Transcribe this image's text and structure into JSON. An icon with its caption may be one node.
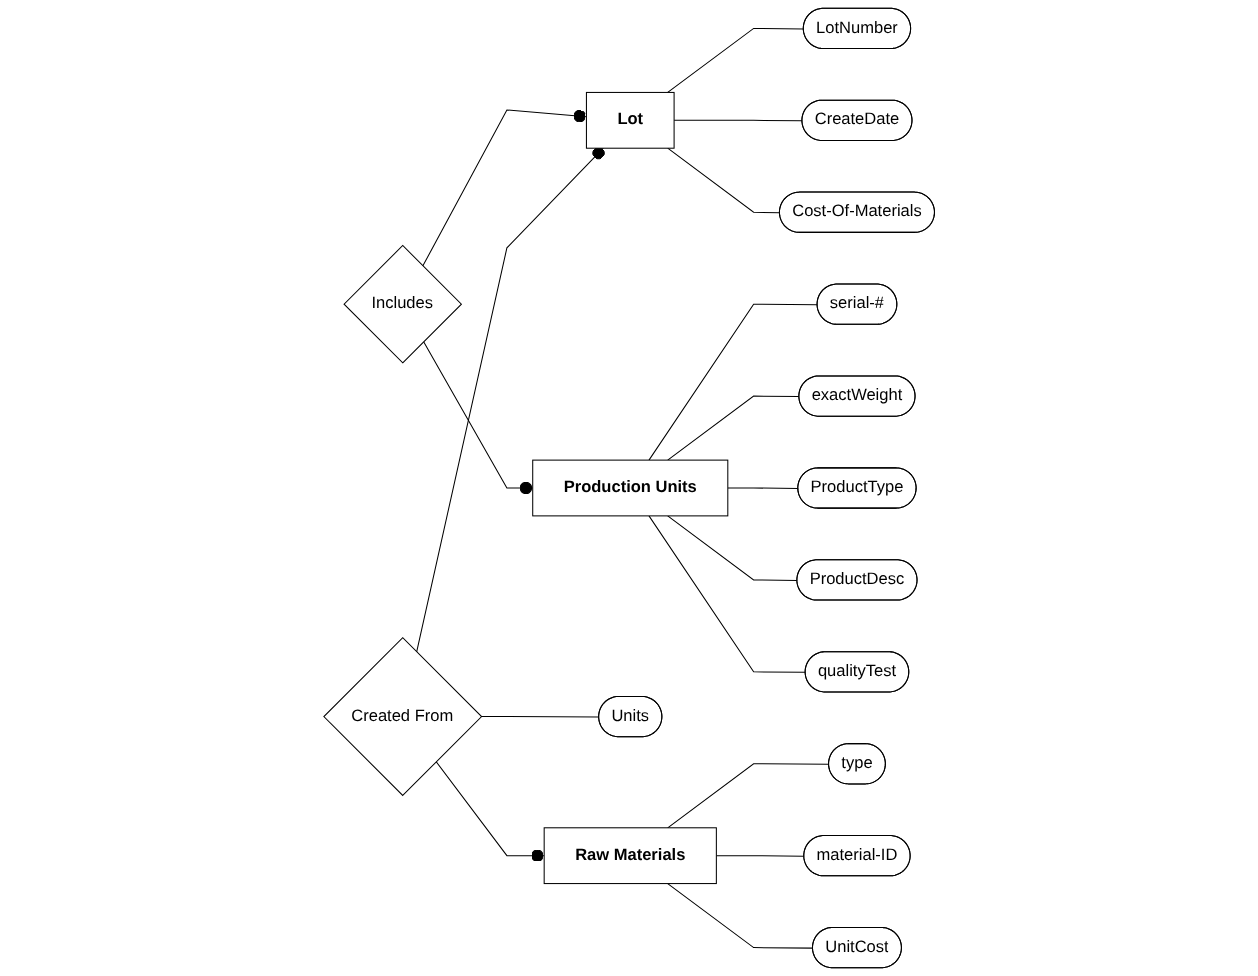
{
  "diagram": {
    "nodes": [
      {
        "text": [
          "LotNumber"
        ]
      },
      {
        "text": [
          "CreateDate"
        ]
      },
      {
        "text": [
          "Cost-Of-Materials"
        ]
      },
      {
        "text": [
          "serial-#"
        ]
      },
      {
        "text": [
          "exactWeight"
        ]
      },
      {
        "text": [
          "Lot"
        ]
      },
      {
        "text": [
          "Includes"
        ]
      },
      {
        "text": [
          "Production Units"
        ]
      },
      {
        "text": [
          "ProductType"
        ]
      },
      {
        "text": [
          "ProductDesc"
        ]
      },
      {
        "text": [
          "qualityTest"
        ]
      },
      {
        "text": [
          "Created From"
        ]
      },
      {
        "text": [
          "Units"
        ]
      },
      {
        "text": [
          "type"
        ]
      },
      {
        "text": [
          "Raw Materials"
        ]
      },
      {
        "text": [
          "material-ID"
        ]
      },
      {
        "text": [
          "UnitCost"
        ]
      }
    ],
    "edges": [
      {
        "from": 5,
        "to": 0,
        "arrow": "none"
      },
      {
        "from": 5,
        "to": 1,
        "arrow": "none"
      },
      {
        "from": 5,
        "to": 2,
        "arrow": "none"
      },
      {
        "from": 6,
        "to": 5,
        "arrow": "other"
      },
      {
        "from": 6,
        "to": 7,
        "arrow": "other"
      },
      {
        "from": 7,
        "to": 3,
        "arrow": "none"
      },
      {
        "from": 7,
        "to": 4,
        "arrow": "none"
      },
      {
        "from": 7,
        "to": 8,
        "arrow": "none"
      },
      {
        "from": 7,
        "to": 9,
        "arrow": "none"
      },
      {
        "from": 7,
        "to": 10,
        "arrow": "none"
      },
      {
        "from": 11,
        "to": 5,
        "arrow": "other"
      },
      {
        "from": 11,
        "to": 14,
        "arrow": "other"
      },
      {
        "from": 11,
        "to": 12,
        "arrow": "none"
      },
      {
        "from": 14,
        "to": 13,
        "arrow": "none"
      },
      {
        "from": 14,
        "to": 15,
        "arrow": "none"
      },
      {
        "from": 14,
        "to": 16,
        "arrow": "none"
      }
    ]
  }
}
